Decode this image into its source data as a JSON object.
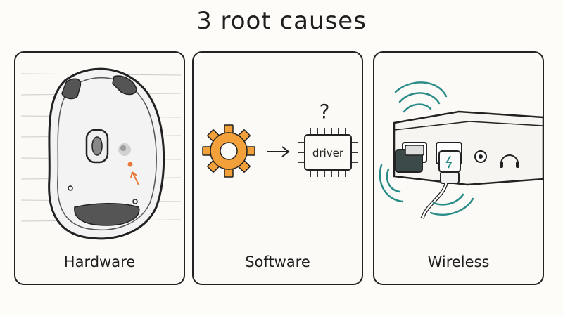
{
  "title": "3 root causes",
  "panels": [
    {
      "label": "Hardware",
      "icon": "mouse-underside-icon"
    },
    {
      "label": "Software",
      "icon": "gear-icon",
      "chip_text": "driver",
      "question": "?"
    },
    {
      "label": "Wireless",
      "icon": "usb-receiver-icon"
    }
  ],
  "colors": {
    "gear": "#f2a03a",
    "marker": "#e8793a",
    "signal": "#2a8c88",
    "ink": "#222222"
  }
}
